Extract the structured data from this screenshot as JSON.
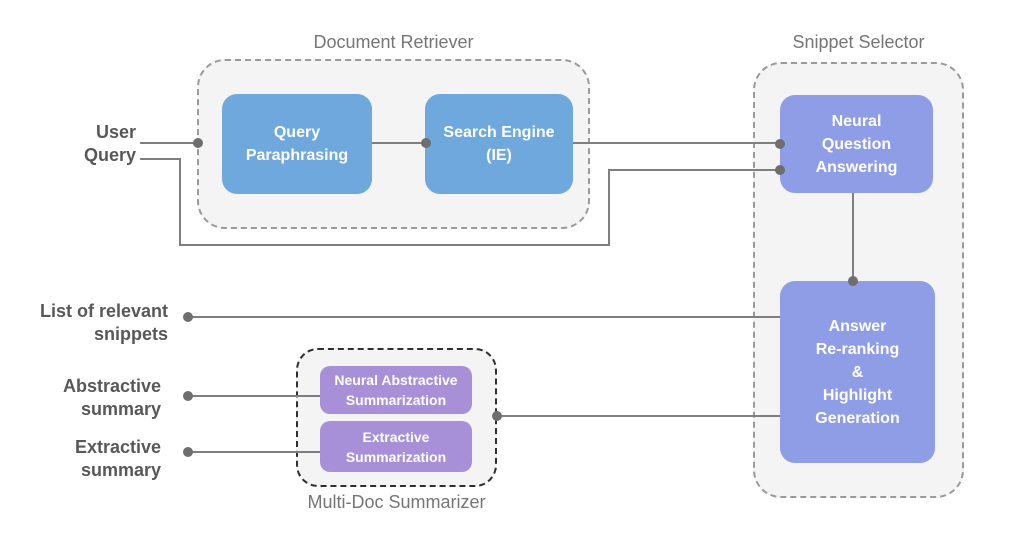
{
  "colors": {
    "blue_node": "#6FA8DC",
    "periwinkle_node": "#8E9DE6",
    "purple_node": "#A890D8",
    "connector_gray": "#7F7F7F",
    "junction_dot_gray": "#6E6E6E",
    "container_fill": "#F4F4F4",
    "container_border_gray": "#9A9A9A",
    "summarizer_border_dark": "#2F2F2F",
    "io_label_text": "#58585A",
    "group_title_text": "#757575",
    "node_text": "#FFFFFF"
  },
  "groups": {
    "document_retriever": {
      "title": "Document Retriever",
      "nodes": {
        "query_paraphrasing": {
          "label": "Query\nParaphrasing"
        },
        "search_engine": {
          "label": "Search Engine\n(IE)"
        }
      }
    },
    "snippet_selector": {
      "title": "Snippet Selector",
      "nodes": {
        "neural_question_answering": {
          "label": "Neural\nQuestion\nAnswering"
        },
        "answer_reranking": {
          "label": "Answer\nRe-ranking\n&\nHighlight\nGeneration"
        }
      }
    },
    "multi_doc_summarizer": {
      "title": "Multi-Doc Summarizer",
      "nodes": {
        "neural_abstractive_summarization": {
          "label": "Neural Abstractive\nSummarization"
        },
        "extractive_summarization": {
          "label": "Extractive\nSummarization"
        }
      }
    }
  },
  "io_labels": {
    "user_query": "User\nQuery",
    "list_of_relevant_snippets": "List of relevant\nsnippets",
    "abstractive_summary": "Abstractive\nsummary",
    "extractive_summary": "Extractive\nsummary"
  }
}
